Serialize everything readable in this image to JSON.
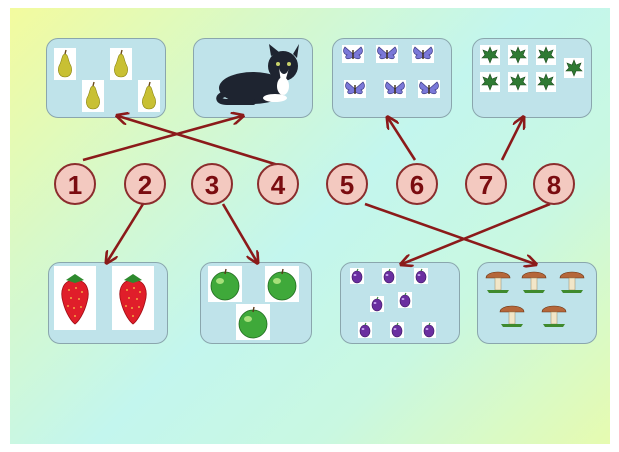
{
  "numbers": [
    "1",
    "2",
    "3",
    "4",
    "5",
    "6",
    "7",
    "8"
  ],
  "colors": {
    "arrow": "#8b1a1a",
    "circle_fill": "#f3c9c0",
    "circle_text": "#7a0c10",
    "box_fill": "#bfe3ea"
  },
  "top_boxes": [
    {
      "icon": "pear-icon",
      "count": 4
    },
    {
      "icon": "cat-icon",
      "count": 1
    },
    {
      "icon": "butterfly-icon",
      "count": 6
    },
    {
      "icon": "leaf-icon",
      "count": 7
    }
  ],
  "bottom_boxes": [
    {
      "icon": "strawberry-icon",
      "count": 2
    },
    {
      "icon": "green-apple-icon",
      "count": 3
    },
    {
      "icon": "plum-icon",
      "count": 8
    },
    {
      "icon": "mushroom-icon",
      "count": 5
    }
  ],
  "connections": [
    {
      "number": "1",
      "to": "cat-icon"
    },
    {
      "number": "2",
      "to": "strawberry-icon"
    },
    {
      "number": "3",
      "to": "green-apple-icon"
    },
    {
      "number": "4",
      "to": "pear-icon"
    },
    {
      "number": "5",
      "to": "mushroom-icon"
    },
    {
      "number": "6",
      "to": "butterfly-icon"
    },
    {
      "number": "7",
      "to": "leaf-icon"
    },
    {
      "number": "8",
      "to": "plum-icon"
    }
  ]
}
